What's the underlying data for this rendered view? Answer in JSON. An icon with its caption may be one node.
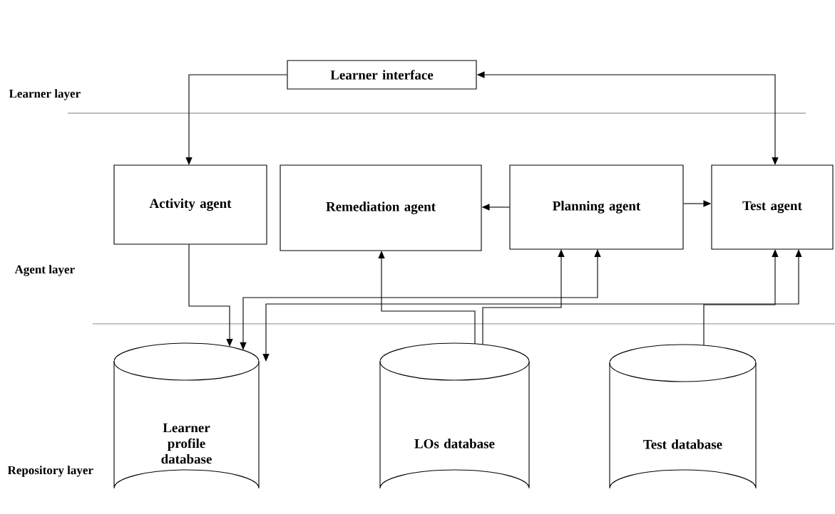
{
  "diagram": {
    "nodes": [
      {
        "text": [
          "Learner interface"
        ]
      },
      {
        "text": [
          "Activity agent"
        ]
      },
      {
        "text": [
          "Remediation agent"
        ]
      },
      {
        "text": [
          "Planning agent"
        ]
      },
      {
        "text": [
          "Test agent"
        ]
      },
      {
        "text": [
          "Learner profile database"
        ]
      },
      {
        "text": [
          "LOs database"
        ]
      },
      {
        "text": [
          "Test database"
        ]
      }
    ],
    "edges": [
      {
        "from": 0,
        "to": 1,
        "arrow": "to"
      },
      {
        "from": 0,
        "to": 4,
        "arrow": "both"
      },
      {
        "from": 3,
        "to": 2,
        "arrow": "to"
      },
      {
        "from": 3,
        "to": 4,
        "arrow": "to"
      },
      {
        "from": 1,
        "to": 5,
        "arrow": "to"
      },
      {
        "from": 3,
        "to": 5,
        "arrow": "both"
      },
      {
        "from": 4,
        "to": 5,
        "arrow": "both"
      },
      {
        "from": 6,
        "to": 2,
        "arrow": "to"
      },
      {
        "from": 6,
        "to": 3,
        "arrow": "to"
      },
      {
        "from": 7,
        "to": 4,
        "arrow": "to"
      }
    ],
    "labels": [
      "Learner layer",
      "Agent layer",
      "Repository layer"
    ]
  }
}
